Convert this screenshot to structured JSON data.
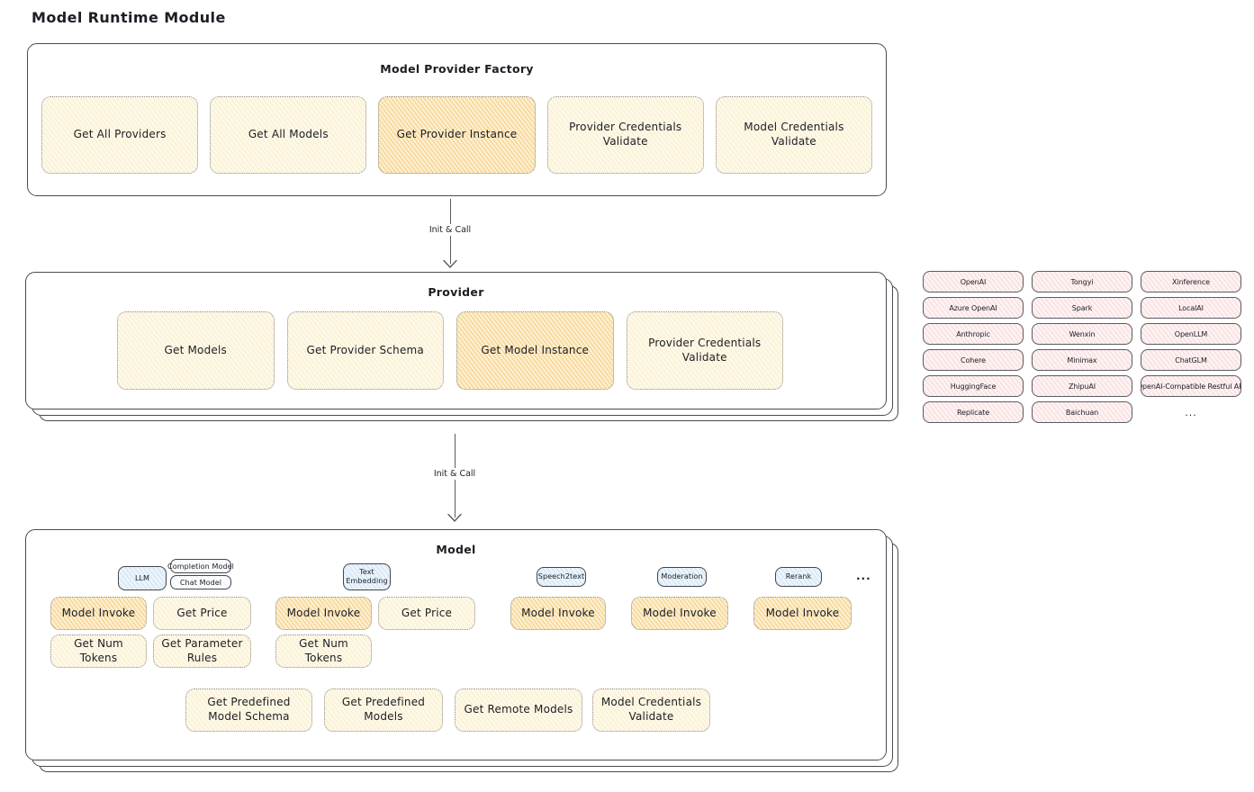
{
  "title": "Model Runtime Module",
  "arrow1": {
    "label": "Init & Call"
  },
  "arrow2": {
    "label": "Init & Call"
  },
  "factory": {
    "title": "Model Provider Factory",
    "buttons": [
      {
        "label": "Get All Providers",
        "highlighted": false
      },
      {
        "label": "Get All Models",
        "highlighted": false
      },
      {
        "label": "Get Provider Instance",
        "highlighted": true
      },
      {
        "label": "Provider Credentials Validate",
        "highlighted": false
      },
      {
        "label": "Model Credentials Validate",
        "highlighted": false
      }
    ]
  },
  "provider": {
    "title": "Provider",
    "buttons": [
      {
        "label": "Get Models",
        "highlighted": false
      },
      {
        "label": "Get Provider Schema",
        "highlighted": false
      },
      {
        "label": "Get Model Instance",
        "highlighted": true
      },
      {
        "label": "Provider Credentials Validate",
        "highlighted": false
      }
    ]
  },
  "providers": {
    "items": [
      "OpenAI",
      "Tongyi",
      "Xinference",
      "Azure OpenAI",
      "Spark",
      "LocalAI",
      "Anthropic",
      "Wenxin",
      "OpenLLM",
      "Cohere",
      "Minimax",
      "ChatGLM",
      "HuggingFace",
      "ZhipuAI",
      "OpenAI-Compatible Restful API",
      "Replicate",
      "Baichuan",
      "..."
    ]
  },
  "model": {
    "title": "Model",
    "tabs": {
      "llm": "LLM",
      "completion": "Completion Model",
      "chat": "Chat Model",
      "text_embedding": "Text Embedding",
      "speech2text": "Speech2text",
      "moderation": "Moderation",
      "rerank": "Rerank",
      "more": "..."
    },
    "llm_actions": [
      "Model Invoke",
      "Get Price",
      "Get Num Tokens",
      "Get Parameter Rules"
    ],
    "embedding_actions": [
      "Model Invoke",
      "Get Price",
      "Get Num Tokens"
    ],
    "speech2text_actions": [
      "Model Invoke"
    ],
    "moderation_actions": [
      "Model Invoke"
    ],
    "rerank_actions": [
      "Model Invoke"
    ],
    "bottom_actions": [
      "Get Predefined Model Schema",
      "Get Predefined Models",
      "Get Remote Models",
      "Model Credentials Validate"
    ]
  },
  "colors": {
    "node_cream": "#fdf9e9",
    "node_highlight": "#fcefd0",
    "provider_pink": "#fdf2f2",
    "tab_blue": "#ecf4fb",
    "border_dark": "#4a4a52",
    "text": "#1d1d24"
  }
}
